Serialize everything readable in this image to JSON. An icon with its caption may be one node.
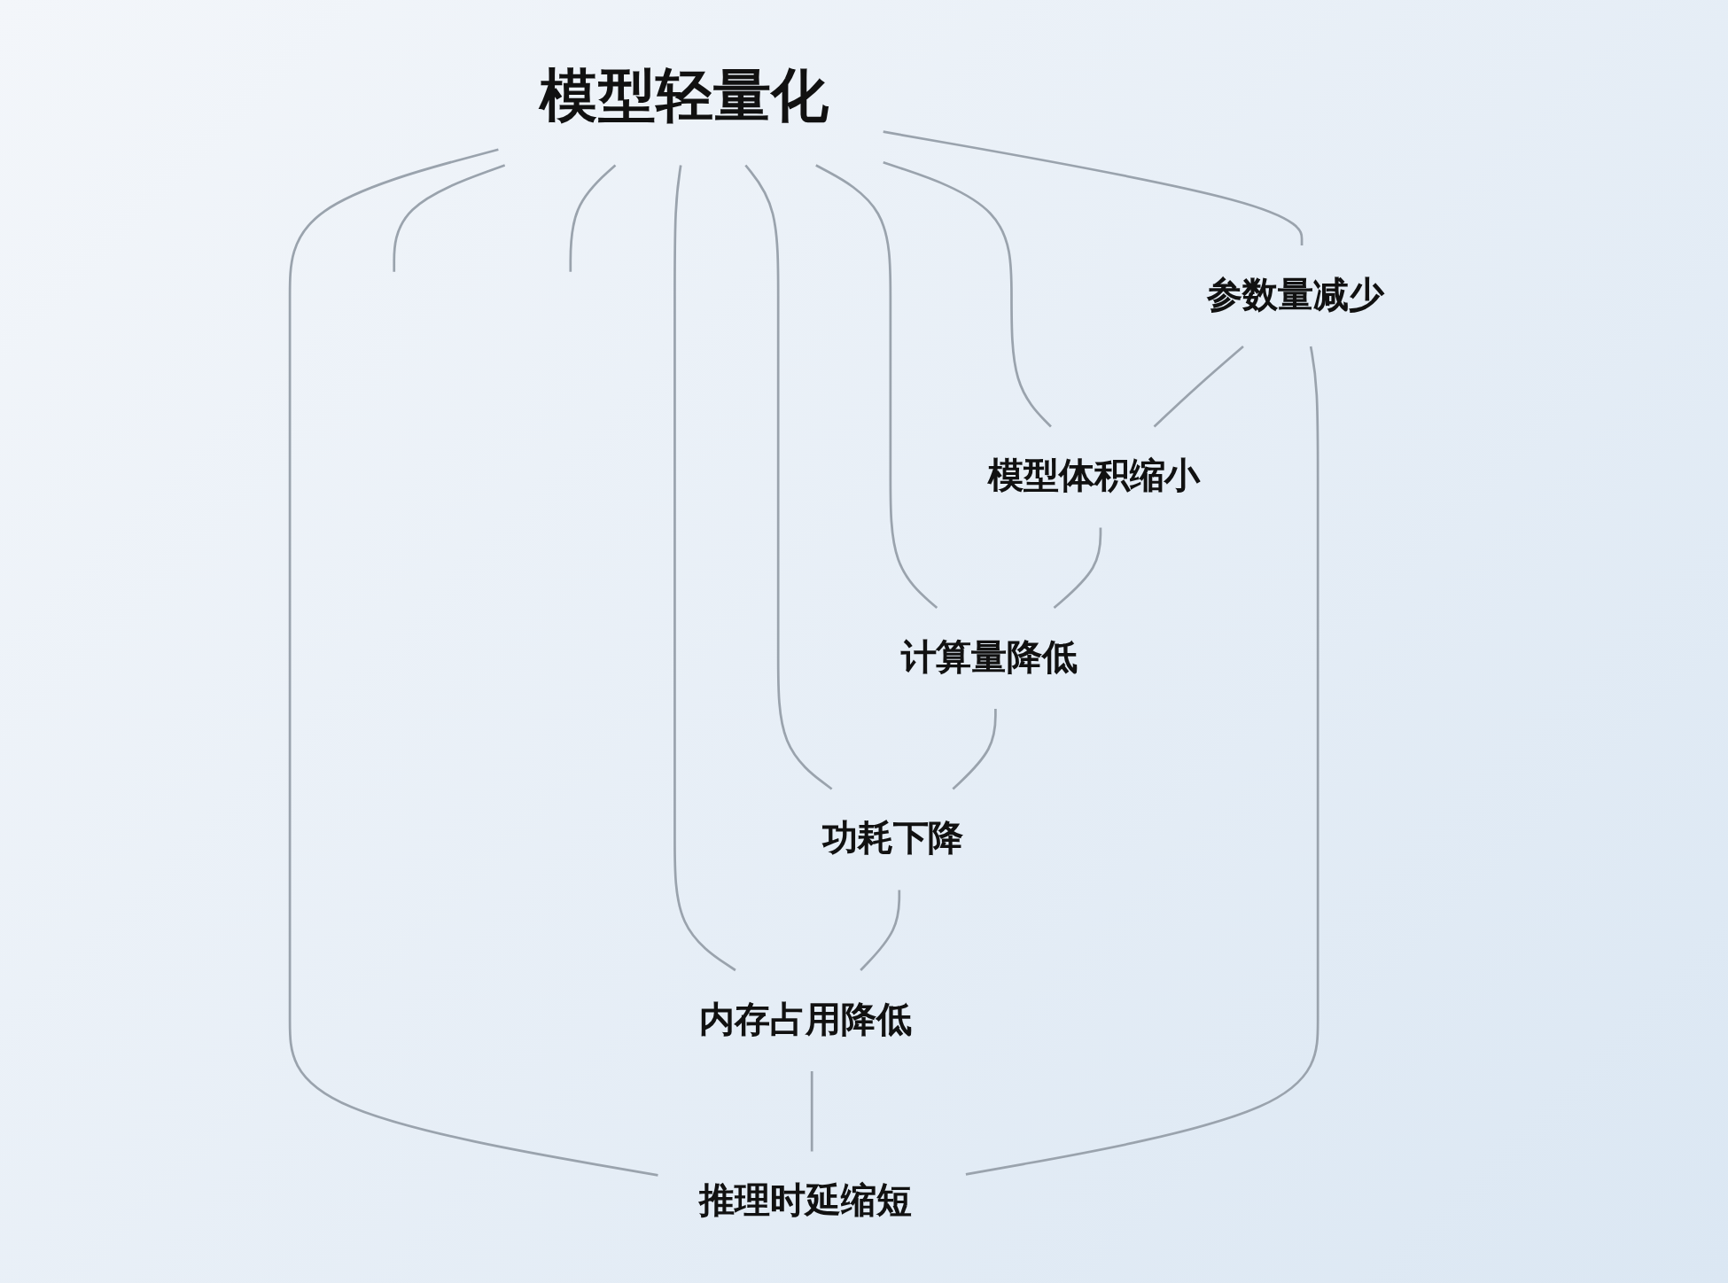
{
  "diagram": {
    "nodes": [
      {
        "text": [
          "模型轻量化"
        ]
      },
      {
        "text": [
          "参数量减少"
        ]
      },
      {
        "text": [
          "模型体积缩小"
        ]
      },
      {
        "text": [
          "计算量降低"
        ]
      },
      {
        "text": [
          "功耗下降"
        ]
      },
      {
        "text": [
          "内存占用降低"
        ]
      },
      {
        "text": [
          "推理时延缩短"
        ]
      }
    ],
    "edges": [
      {
        "from": 0,
        "to": 1,
        "arrow": "none"
      },
      {
        "from": 0,
        "to": null,
        "arrow": "none"
      },
      {
        "from": 0,
        "to": 2,
        "arrow": "none"
      },
      {
        "from": 0,
        "to": 3,
        "arrow": "none"
      },
      {
        "from": 0,
        "to": 4,
        "arrow": "none"
      },
      {
        "from": 0,
        "to": 5,
        "arrow": "none"
      },
      {
        "from": 0,
        "to": 6,
        "arrow": "none"
      },
      {
        "from": 0,
        "to": null,
        "arrow": "none"
      },
      {
        "from": 1,
        "to": 2,
        "arrow": "none"
      },
      {
        "from": 2,
        "to": 3,
        "arrow": "none"
      },
      {
        "from": 3,
        "to": 4,
        "arrow": "none"
      },
      {
        "from": 4,
        "to": 5,
        "arrow": "none"
      },
      {
        "from": 5,
        "to": 6,
        "arrow": "none"
      },
      {
        "from": 6,
        "to": 1,
        "arrow": "none"
      }
    ]
  }
}
